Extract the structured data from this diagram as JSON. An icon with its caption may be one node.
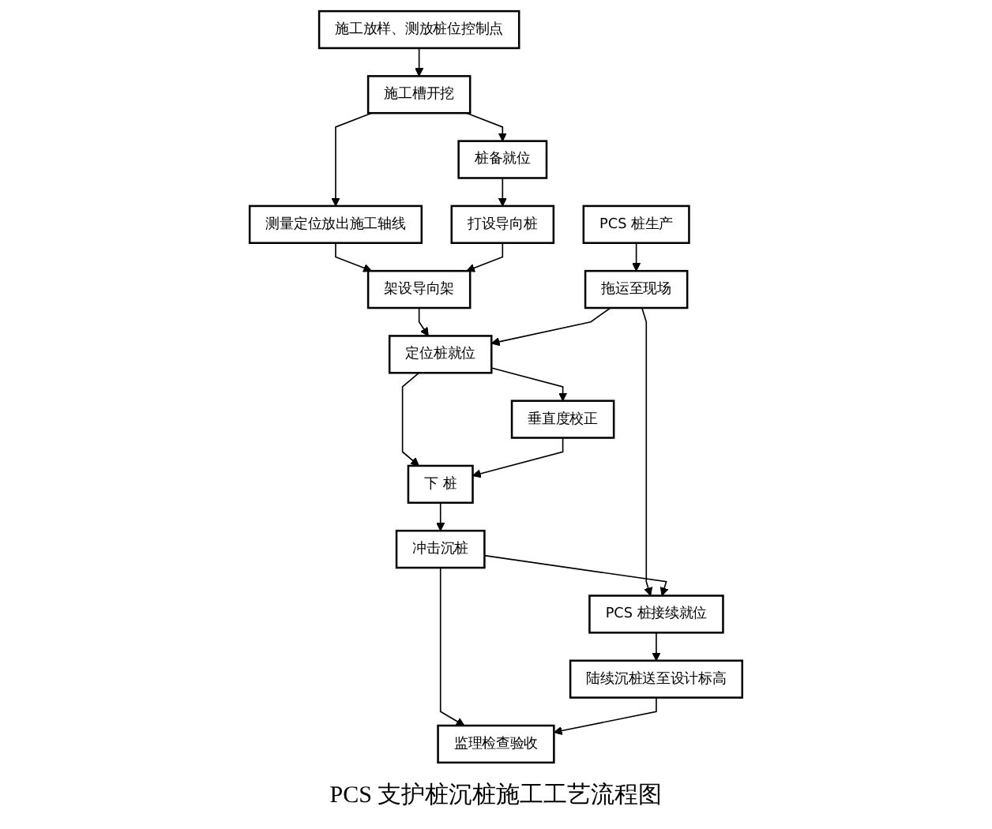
{
  "diagram": {
    "caption": "PCS 支护桩沉桩施工工艺流程图",
    "nodes": [
      {
        "text": [
          "施工放样、测放桩位控制点"
        ]
      },
      {
        "text": [
          "施工槽开挖"
        ]
      },
      {
        "text": [
          "测量定位放出施工轴线"
        ]
      },
      {
        "text": [
          "桩备就位"
        ]
      },
      {
        "text": [
          "PCS 桩生产"
        ]
      },
      {
        "text": [
          "打设导向桩"
        ]
      },
      {
        "text": [
          "拖运至现场"
        ]
      },
      {
        "text": [
          "架设导向架"
        ]
      },
      {
        "text": [
          "定位桩就位"
        ]
      },
      {
        "text": [
          "垂直度校正"
        ]
      },
      {
        "text": [
          "下 桩"
        ]
      },
      {
        "text": [
          "PCS 桩接续就位"
        ]
      },
      {
        "text": [
          "冲击沉桩"
        ]
      },
      {
        "text": [
          "陆续沉桩送至设计标高"
        ]
      },
      {
        "text": [
          "监理检查验收"
        ]
      }
    ],
    "edges": [
      {
        "from": 0,
        "to": 1,
        "arrow": "to"
      },
      {
        "from": 1,
        "to": 2,
        "arrow": "to"
      },
      {
        "from": 1,
        "to": 3,
        "arrow": "to"
      },
      {
        "from": 3,
        "to": 5,
        "arrow": "to"
      },
      {
        "from": 4,
        "to": 6,
        "arrow": "to"
      },
      {
        "from": 2,
        "to": 7,
        "arrow": "to"
      },
      {
        "from": 5,
        "to": 7,
        "arrow": "to"
      },
      {
        "from": 7,
        "to": 8,
        "arrow": "to"
      },
      {
        "from": 6,
        "to": 8,
        "arrow": "to"
      },
      {
        "from": 6,
        "to": 11,
        "arrow": "to"
      },
      {
        "from": 8,
        "to": 9,
        "arrow": "to"
      },
      {
        "from": 8,
        "to": 10,
        "arrow": "to"
      },
      {
        "from": 9,
        "to": 10,
        "arrow": "to"
      },
      {
        "from": 10,
        "to": 12,
        "arrow": "to"
      },
      {
        "from": 12,
        "to": 11,
        "arrow": "to"
      },
      {
        "from": 11,
        "to": 13,
        "arrow": "to"
      },
      {
        "from": 12,
        "to": 14,
        "arrow": "to"
      },
      {
        "from": 13,
        "to": 14,
        "arrow": "to"
      }
    ]
  }
}
